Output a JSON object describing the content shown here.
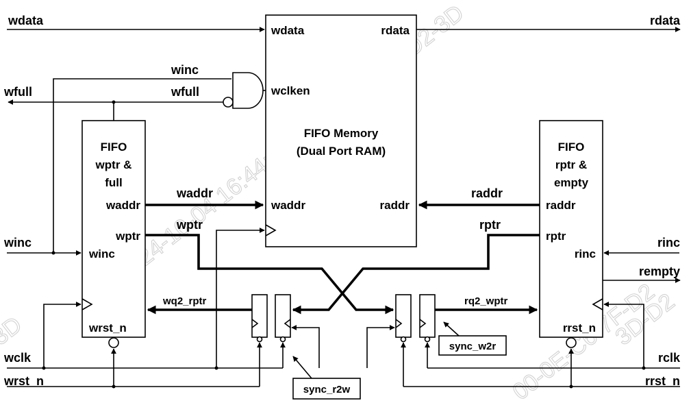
{
  "memory": {
    "title": "FIFO Memory",
    "subtitle": "(Dual Port RAM)"
  },
  "wptr_block": {
    "line1": "FIFO",
    "line2": "wptr &",
    "line3": "full",
    "waddr": "waddr",
    "wptr": "wptr",
    "winc": "winc",
    "wrst_n": "wrst_n"
  },
  "rptr_block": {
    "line1": "FIFO",
    "line2": "rptr &",
    "line3": "empty",
    "raddr": "raddr",
    "rptr": "rptr",
    "rinc": "rinc",
    "rrst_n": "rrst_n"
  },
  "ports": {
    "wdata": "wdata",
    "rdata": "rdata",
    "wclken": "wclken",
    "waddr": "waddr",
    "raddr": "raddr"
  },
  "signals": {
    "wdata": "wdata",
    "rdata": "rdata",
    "winc_top": "winc",
    "wfull_out": "wfull",
    "wfull_gate": "wfull",
    "waddr": "waddr",
    "raddr": "raddr",
    "wptr": "wptr",
    "rptr": "rptr",
    "winc_in": "winc",
    "rinc_in": "rinc",
    "rempty": "rempty",
    "wq2_rptr": "wq2_rptr",
    "rq2_wptr": "rq2_wptr",
    "wclk": "wclk",
    "wrst_n": "wrst_n",
    "rclk": "rclk",
    "rrst_n": "rrst_n"
  },
  "sync": {
    "r2w": "sync_r2w",
    "w2r": "sync_w2r"
  },
  "watermark": [
    "2024-10-04 16:44:41 00-0E-C6-7F-D2-3D",
    "3D",
    "3D-D2",
    "00-0E-C6-7F-D2"
  ]
}
